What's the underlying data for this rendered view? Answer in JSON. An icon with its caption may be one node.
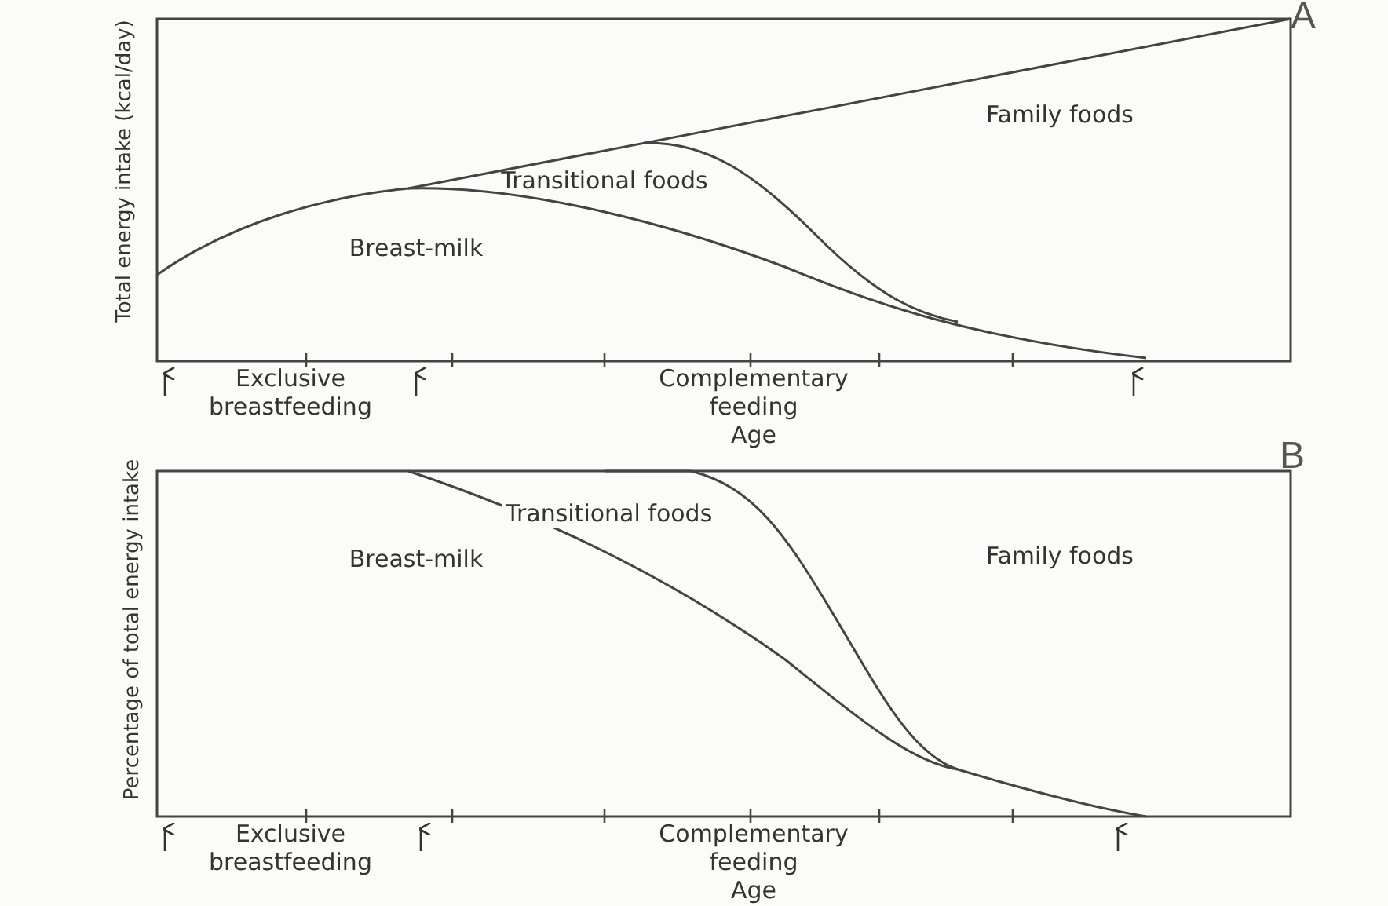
{
  "diagram": {
    "labels": [
      "A",
      "Transitional foods",
      "Family foods",
      "Breast-milk",
      "Total energy intake (kcal/day)",
      "Exclusive breastfeeding",
      "Complementary feeding",
      "Age",
      "B",
      "Transitional foods",
      "Breast-milk",
      "Family foods",
      "Percentage of total energy intake",
      "Exclusive breastfeeding",
      "Complementary feeding",
      "Age"
    ]
  }
}
